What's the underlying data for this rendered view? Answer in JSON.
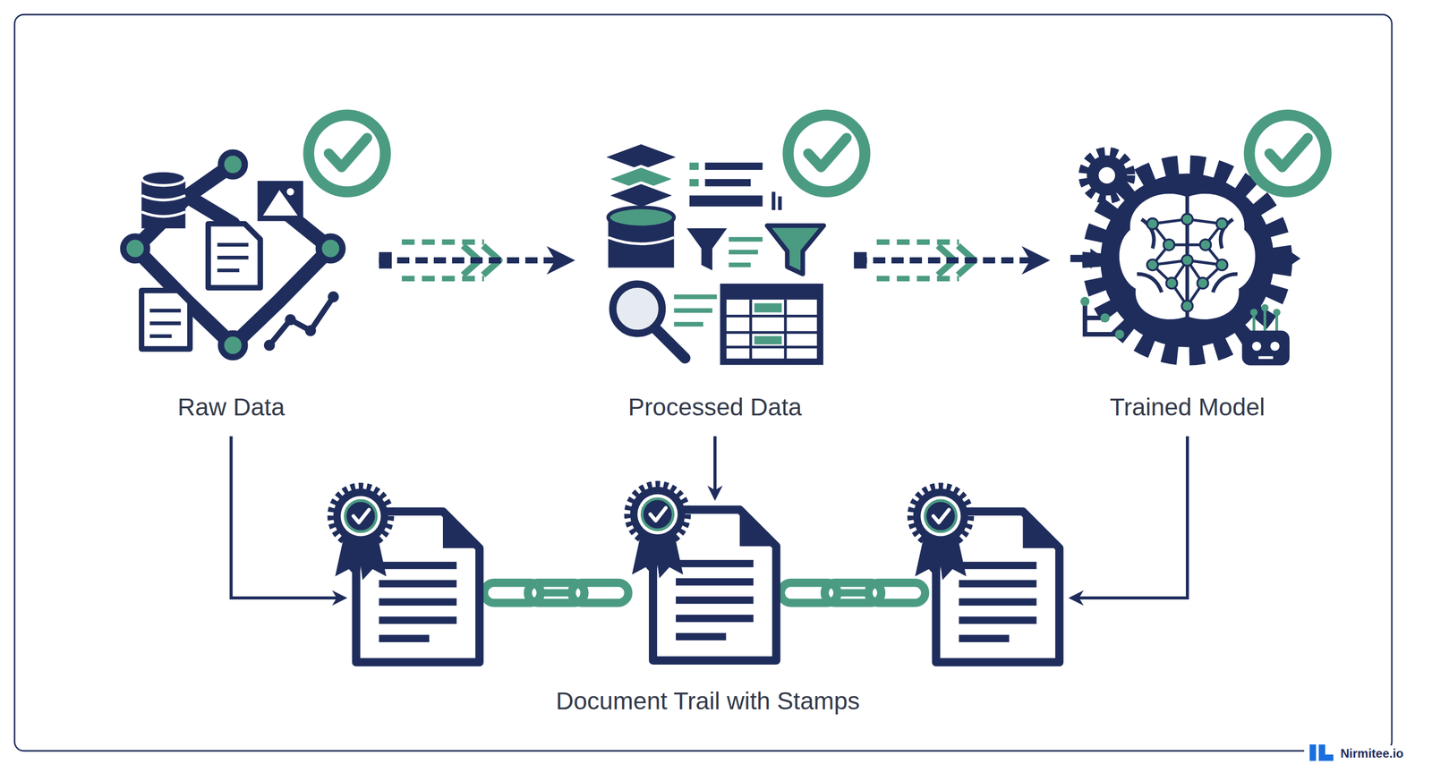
{
  "diagram": {
    "nodes": [
      {
        "text": [
          "Raw Data"
        ]
      },
      {
        "text": [
          "Processed Data"
        ]
      },
      {
        "text": [
          "Trained Model"
        ]
      },
      {
        "text": [
          "Document Trail with Stamps"
        ]
      }
    ],
    "edges": [
      {
        "from": 0,
        "to": 1,
        "arrow": "to"
      },
      {
        "from": 1,
        "to": 2,
        "arrow": "to"
      },
      {
        "from": 0,
        "to": 3,
        "arrow": "to"
      },
      {
        "from": 1,
        "to": 3,
        "arrow": "to"
      },
      {
        "from": 2,
        "to": 3,
        "arrow": "to"
      }
    ],
    "labels": [
      "Nirmitee.io"
    ]
  }
}
